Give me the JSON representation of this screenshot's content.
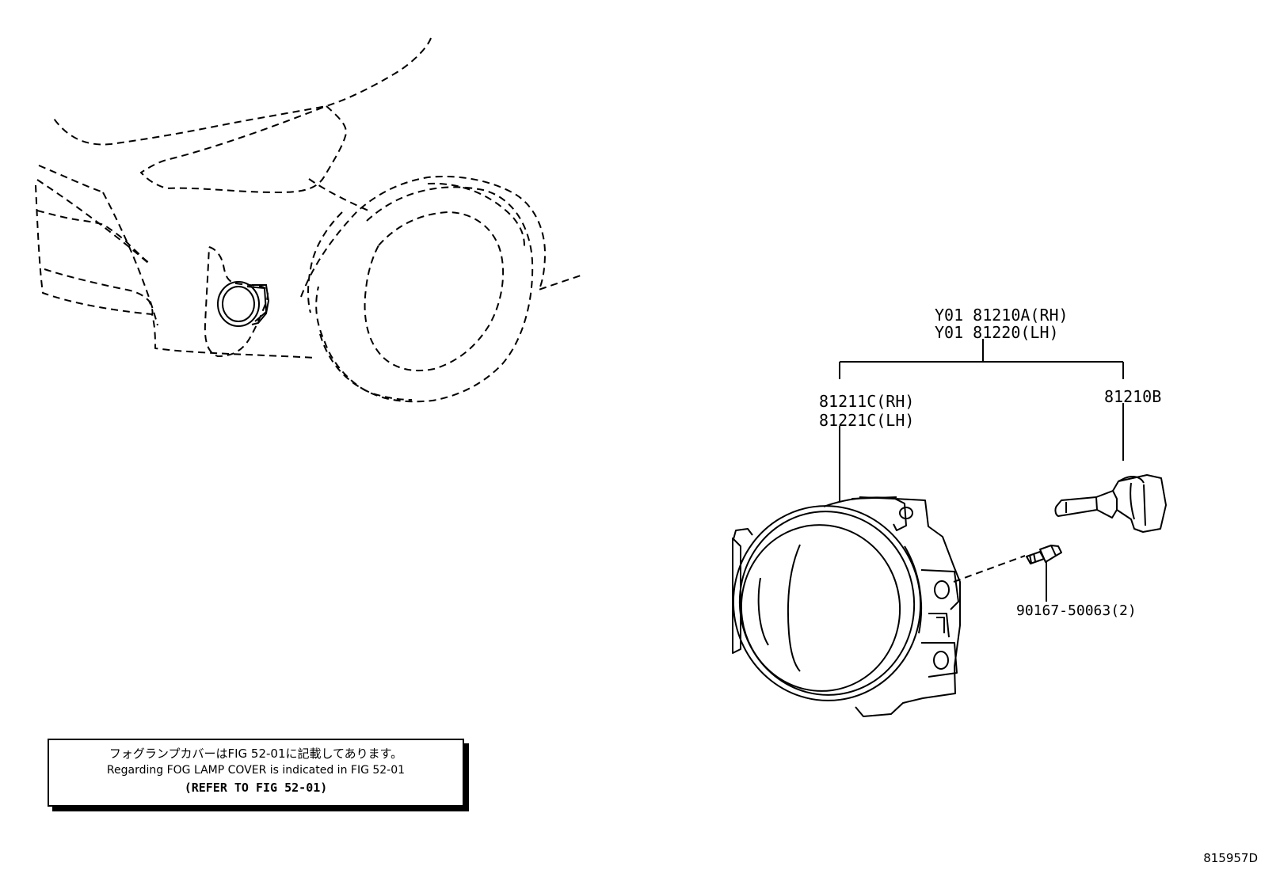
{
  "callouts": {
    "assembly_rh": "Y01 81210A(RH)",
    "assembly_lh": "Y01 81220(LH)",
    "unit_rh": "81211C(RH)",
    "unit_lh": "81221C(LH)",
    "bulb": "81210B",
    "screw": "90167-50063(2)"
  },
  "note": {
    "line_ja": "フォグランプカバーはFIG 52-01に記載してあります。",
    "line_en": "Regarding FOG LAMP COVER is indicated in FIG 52-01",
    "line_ref": "(REFER TO FIG 52-01)"
  },
  "illustration_code": "815957D"
}
